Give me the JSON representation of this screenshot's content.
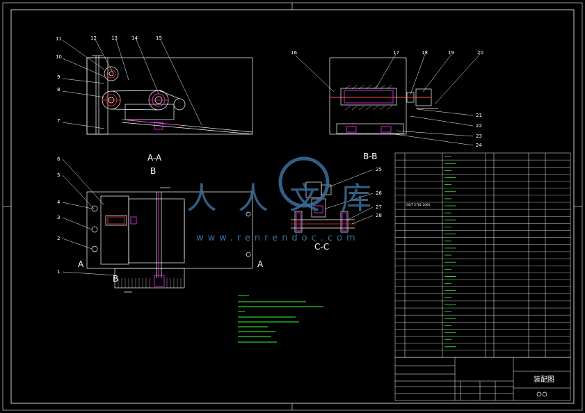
{
  "drawing": {
    "view_labels": {
      "aa": "A-A",
      "b_top": "B",
      "bb": "B-B",
      "cc": "C-C",
      "b_bottom": "B",
      "a_left": "A",
      "a_right": "A"
    },
    "balloons_top_left": [
      "11",
      "12",
      "13",
      "14",
      "15",
      "10",
      "9",
      "8",
      "7"
    ],
    "balloons_top_right": [
      "16",
      "17",
      "18",
      "19",
      "20",
      "21",
      "22",
      "23",
      "24"
    ],
    "balloons_bottom_left": [
      "6",
      "5",
      "4",
      "3",
      "2",
      "1"
    ],
    "balloons_cc": [
      "25",
      "26",
      "27",
      "28"
    ],
    "watermark": {
      "main": "人人文库",
      "url": "www.renrendoc.com"
    },
    "title_block": {
      "title": "装配图"
    },
    "bom_first_row": "GB/T 5781-2000",
    "colors": {
      "background": "#000000",
      "lines": "#ffffff",
      "notes": "#33ff33",
      "parts_red": "#ff3333",
      "parts_magenta": "#ff33ff",
      "watermark": "#3a6f9c"
    }
  }
}
